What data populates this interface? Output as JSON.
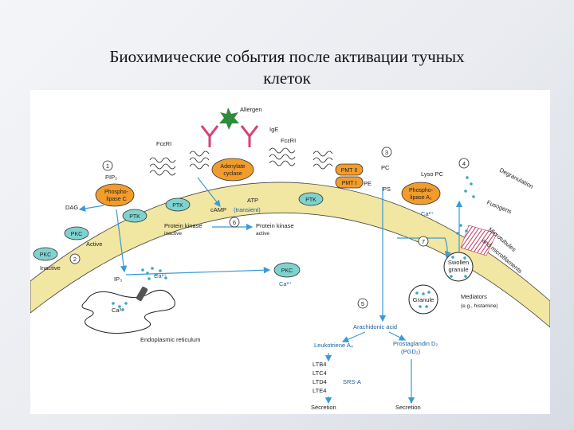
{
  "slide": {
    "title_line1": "Биохимические события после активации тучных",
    "title_line2": "клеток"
  },
  "labels": {
    "allergen": "Allergen",
    "ige": "IgE",
    "fceri_left": "FcεRI",
    "fceri_right": "FcεRI",
    "adenylate_cyclase": [
      "Adenylate",
      "cyclase"
    ],
    "atp": "ATP",
    "camp": "cAMP",
    "transient": "(transient)",
    "pip2": "PIP₂",
    "dag": "DAG",
    "phospholipase_c": [
      "Phospho-",
      "lipase C"
    ],
    "ptk": "PTK",
    "pkc": "PKC",
    "active": "Active",
    "inactive": "Inactive",
    "protein_kinase_inactive": [
      "Protein kinase",
      "inactive"
    ],
    "protein_kinase_active": [
      "Protein kinase",
      "active"
    ],
    "pmt2": "PMT II",
    "pmt1": "PMT I",
    "pc": "PC",
    "pe": "PE",
    "ps": "PS",
    "lyso_pc": "Lyso PC",
    "phospholipase_a2": [
      "Phospho-",
      "lipase A₂"
    ],
    "degranulation": "Degranulation",
    "fusogens": "Fusogens",
    "ca2": "Ca²⁺",
    "ip3": "IP₃",
    "er": "Endoplasmic reticulum",
    "microtubules": [
      "Microtubules",
      "and microfilaments"
    ],
    "swollen_granule": [
      "Swollen",
      "granule"
    ],
    "granule": "Granule",
    "mediators": [
      "Mediators",
      "(e.g., histamine)"
    ],
    "arachidonic_acid": "Arachidonic acid",
    "leukotriene": "Leukotriene A₄",
    "prostaglandin": [
      "Prostaglandin D₂",
      "(PGD₂)"
    ],
    "ltb4": "LTB4",
    "ltc4": "LTC4",
    "ltd4": "LTD4",
    "lte4": "LTE4",
    "srs_a": "SRS-A",
    "secretion_left": "Secretion",
    "secretion_right": "Secretion"
  },
  "steps": [
    "1",
    "2",
    "3",
    "4",
    "5",
    "6",
    "7"
  ],
  "colors": {
    "membrane": "#f1e6a2",
    "arrow": "#3a9bd5",
    "enzyme": "#f29c2b",
    "ptk": "#7fd3cf",
    "dots": "#3aa5c8",
    "allergen": "#2e8b3a",
    "receptor": "#d94070"
  }
}
